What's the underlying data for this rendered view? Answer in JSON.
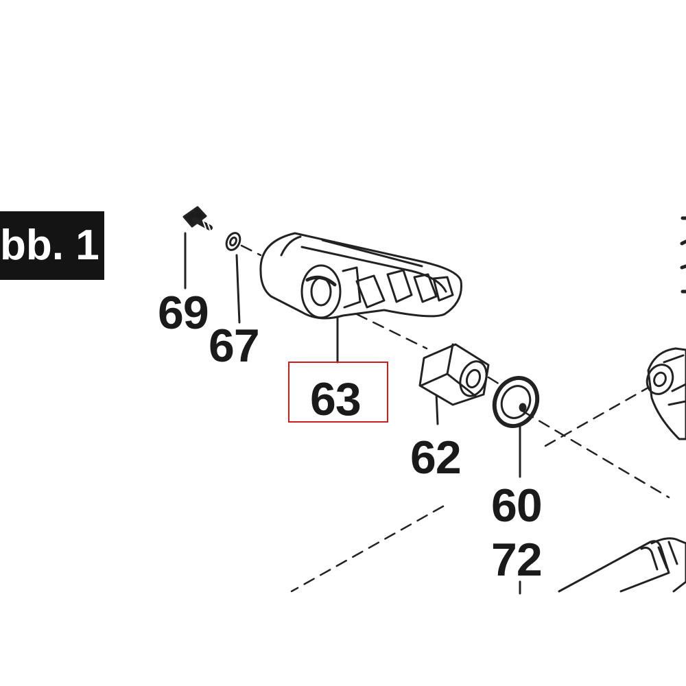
{
  "figure": {
    "tag": "bb. 1"
  },
  "highlight": {
    "color": "#c81e1e",
    "part": "63"
  },
  "parts": [
    {
      "id": "69",
      "label": "69",
      "depicts": "screw"
    },
    {
      "id": "67",
      "label": "67",
      "depicts": "washer"
    },
    {
      "id": "63",
      "label": "63",
      "depicts": "foot-housing"
    },
    {
      "id": "62",
      "label": "62",
      "depicts": "bushing"
    },
    {
      "id": "60",
      "label": "60",
      "depicts": "disc-washer"
    },
    {
      "id": "72",
      "label": "72",
      "depicts": "axle"
    }
  ]
}
